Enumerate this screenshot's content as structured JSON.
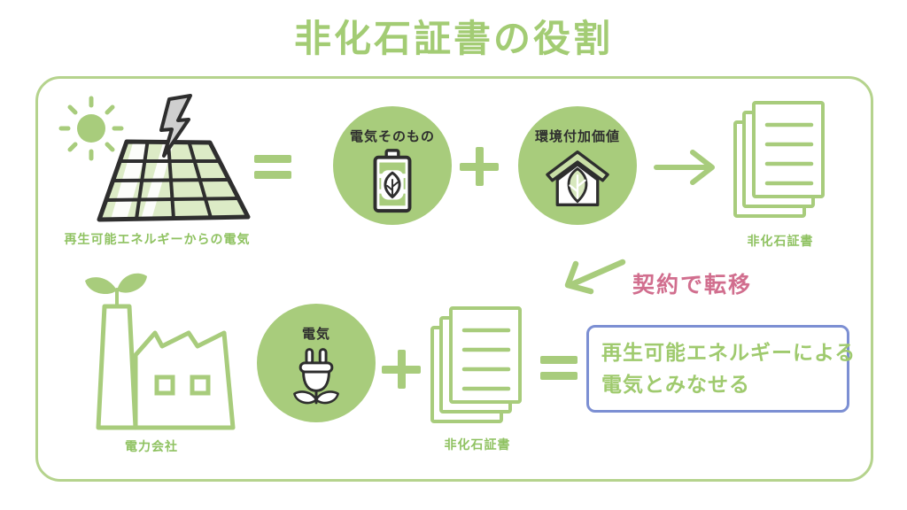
{
  "title": "非化石証書の役割",
  "colors": {
    "green_primary": "#a8cc7c",
    "green_pale": "#dcebc6",
    "frame_border": "#b5d38d",
    "pink_accent": "#d16e8e",
    "blue_box_border": "#7c8fd3",
    "icon_outline": "#2e2e2e",
    "lightning_gray": "#cfcfcf"
  },
  "icons": [
    "sun-icon",
    "solar-panel-icon",
    "lightning-icon",
    "battery-leaf-icon",
    "eco-house-icon",
    "documents-icon",
    "arrow-right-icon",
    "arrow-transfer-icon",
    "factory-icon",
    "plug-leaf-icon"
  ],
  "top_row": {
    "source_label": "再生可能エネルギーからの電気",
    "electricity_itself_label": "電気そのもの",
    "environmental_value_label": "環境付加価値",
    "certificate_label": "非化石証書"
  },
  "transfer": {
    "label": "契約で転移"
  },
  "bottom_row": {
    "power_company_label": "電力会社",
    "electricity_label": "電気",
    "certificate_label": "非化石証書",
    "result_line1": "再生可能エネルギーによる",
    "result_line2": "電気とみなせる"
  }
}
